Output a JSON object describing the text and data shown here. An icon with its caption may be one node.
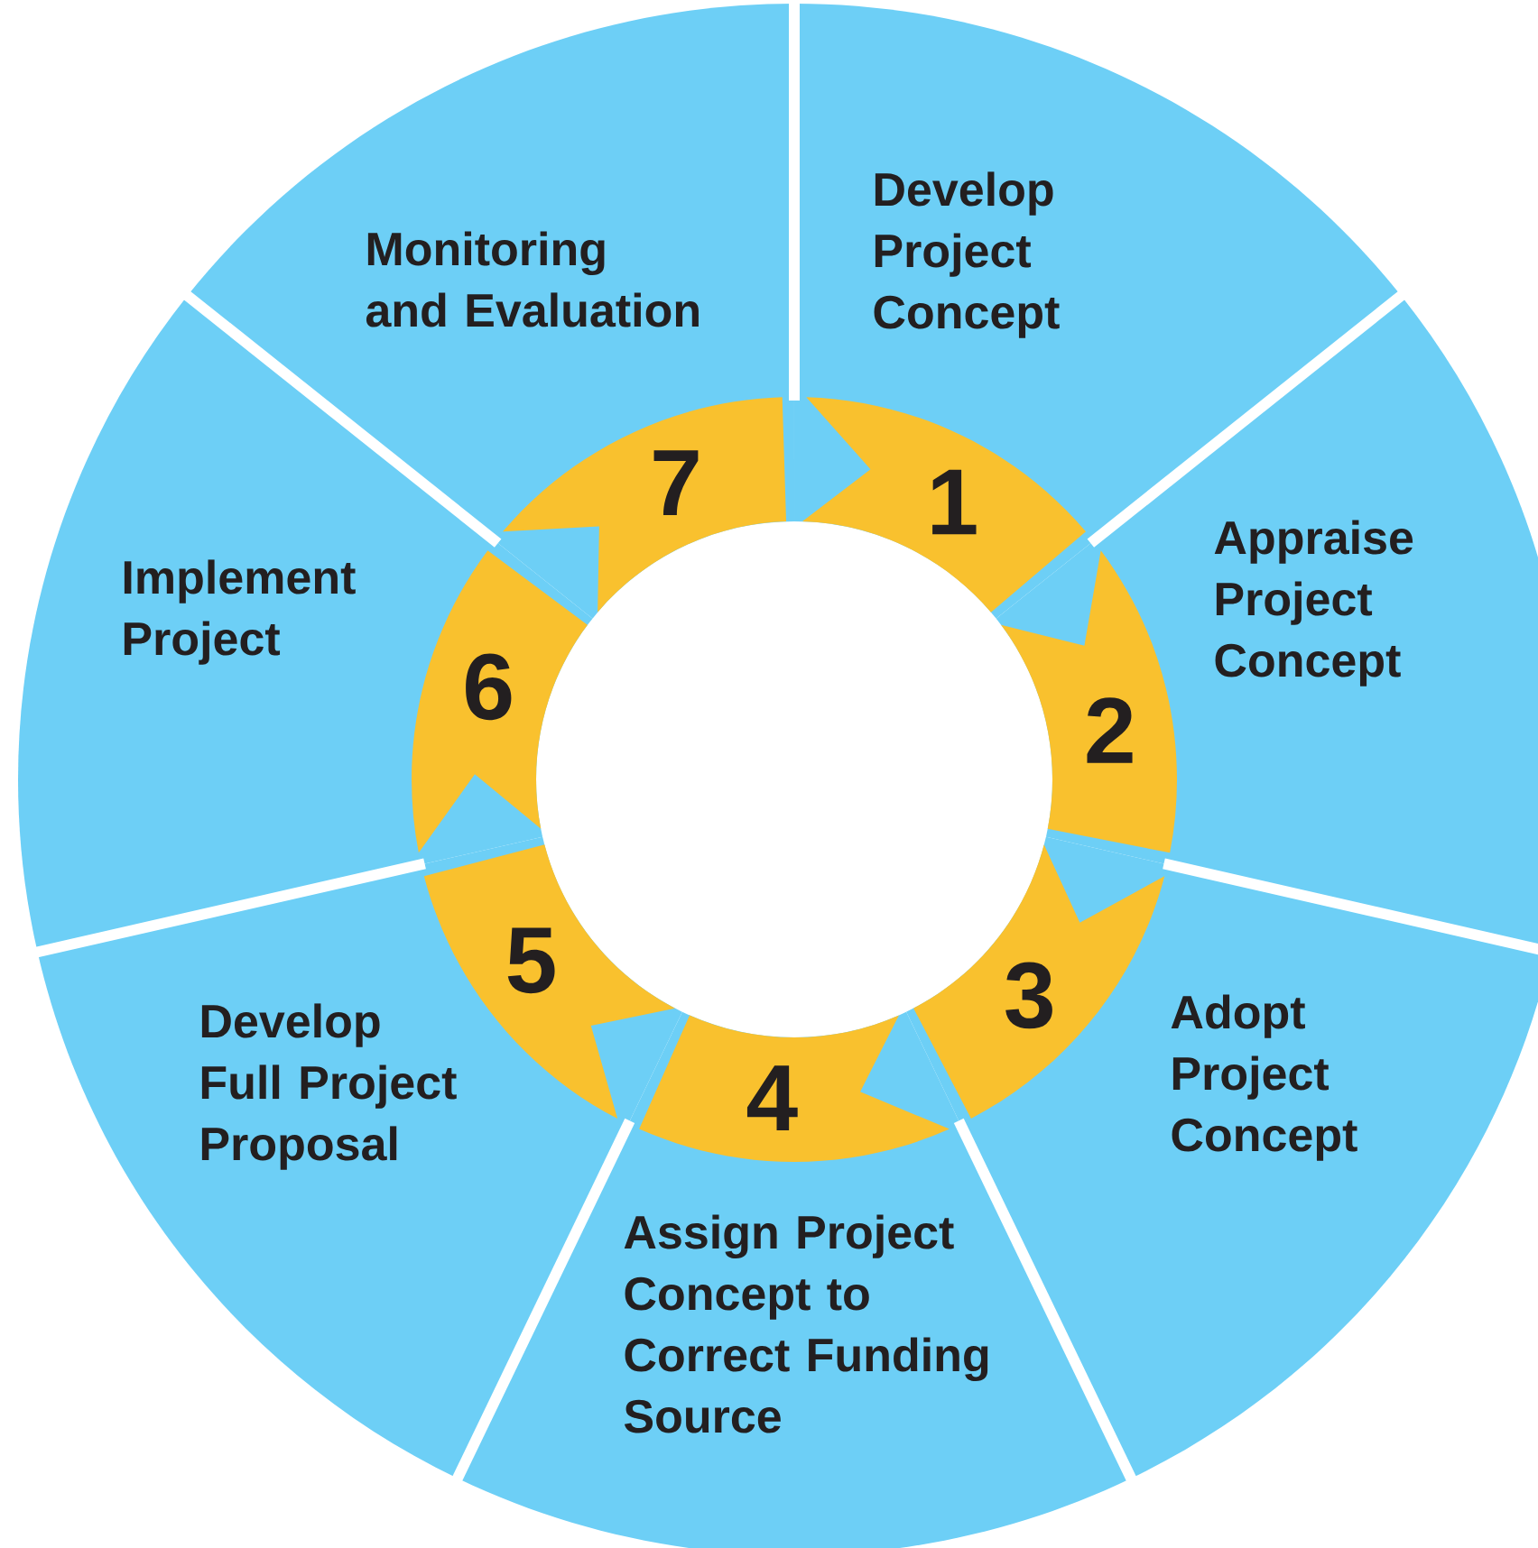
{
  "diagram": {
    "nodes": [
      {
        "text": [
          "Develop Project Concept"
        ]
      },
      {
        "text": [
          "Appraise Project Concept"
        ]
      },
      {
        "text": [
          "Adopt Project Concept"
        ]
      },
      {
        "text": [
          "Assign Project Concept to Correct Funding Source"
        ]
      },
      {
        "text": [
          "Develop Full Project Proposal"
        ]
      },
      {
        "text": [
          "Implement Project"
        ]
      },
      {
        "text": [
          "Monitoring and Evaluation"
        ]
      },
      {
        "text": [
          "1"
        ],
        "in": 0
      },
      {
        "text": [
          "2"
        ],
        "in": 1
      },
      {
        "text": [
          "3"
        ],
        "in": 2
      },
      {
        "text": [
          "4"
        ],
        "in": 3
      },
      {
        "text": [
          "5"
        ],
        "in": 4
      },
      {
        "text": [
          "6"
        ],
        "in": 5
      },
      {
        "text": [
          "7"
        ],
        "in": 6
      },
      {
        "text": [],
        "shape": "circle"
      }
    ]
  }
}
